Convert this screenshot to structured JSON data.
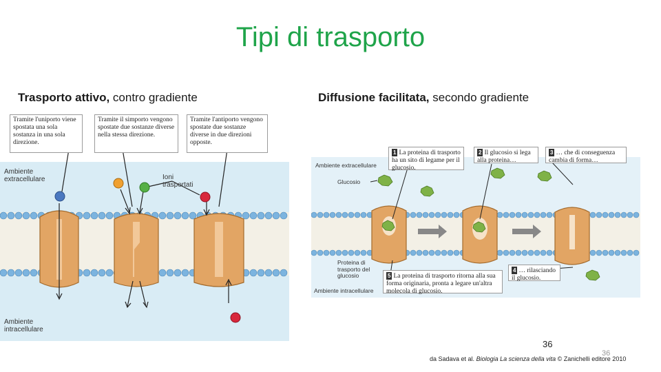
{
  "title": "Tipi di trasporto",
  "left": {
    "heading_bold": "Trasporto attivo,",
    "heading_rest": " contro gradiente",
    "callouts": [
      "Tramite l'uniporto viene spostata una sola sostanza in una sola direzione.",
      "Tramite il simporto vengono spostate due sostanze diverse nella stessa direzione.",
      "Tramite l'antiporto vengono spostate due sostanze diverse in due direzioni opposte."
    ],
    "label_ext": "Ambiente extracellulare",
    "label_ioni": "Ioni trasportati",
    "label_int": "Ambiente intracellulare"
  },
  "right": {
    "heading_bold": "Diffusione facilitata,",
    "heading_rest": " secondo gradiente",
    "steps": [
      {
        "n": "1",
        "text": "La proteina di trasporto ha un sito di legame per il glucosio."
      },
      {
        "n": "2",
        "text": "Il glucosio si lega alla proteina…"
      },
      {
        "n": "3",
        "text": "… che di conseguenza cambia di forma…"
      },
      {
        "n": "4",
        "text": "… rilasciando il glucosio."
      },
      {
        "n": "5",
        "text": "La proteina di trasporto ritorna alla sua forma originaria, pronta a legare un'altra molecola di glucosio."
      }
    ],
    "label_ext": "Ambiente extracellulare",
    "label_glucosio": "Glucosio",
    "label_proteina": "Proteina di trasporto del glucosio",
    "label_int": "Ambiente intracellulare"
  },
  "page_number": "36",
  "page_number_ghost": "36",
  "credit_pre": "da Sadava et al. ",
  "credit_italic": "Biologia La scienza della vita",
  "credit_post": " © Zanichelli editore 2010",
  "colors": {
    "title": "#1fa44a",
    "ext_bg": "#d9ecf5",
    "int_bg": "#cfe6f2",
    "protein": "#e2a564",
    "head": "#7cb4df",
    "glucose": "#7fb247"
  }
}
